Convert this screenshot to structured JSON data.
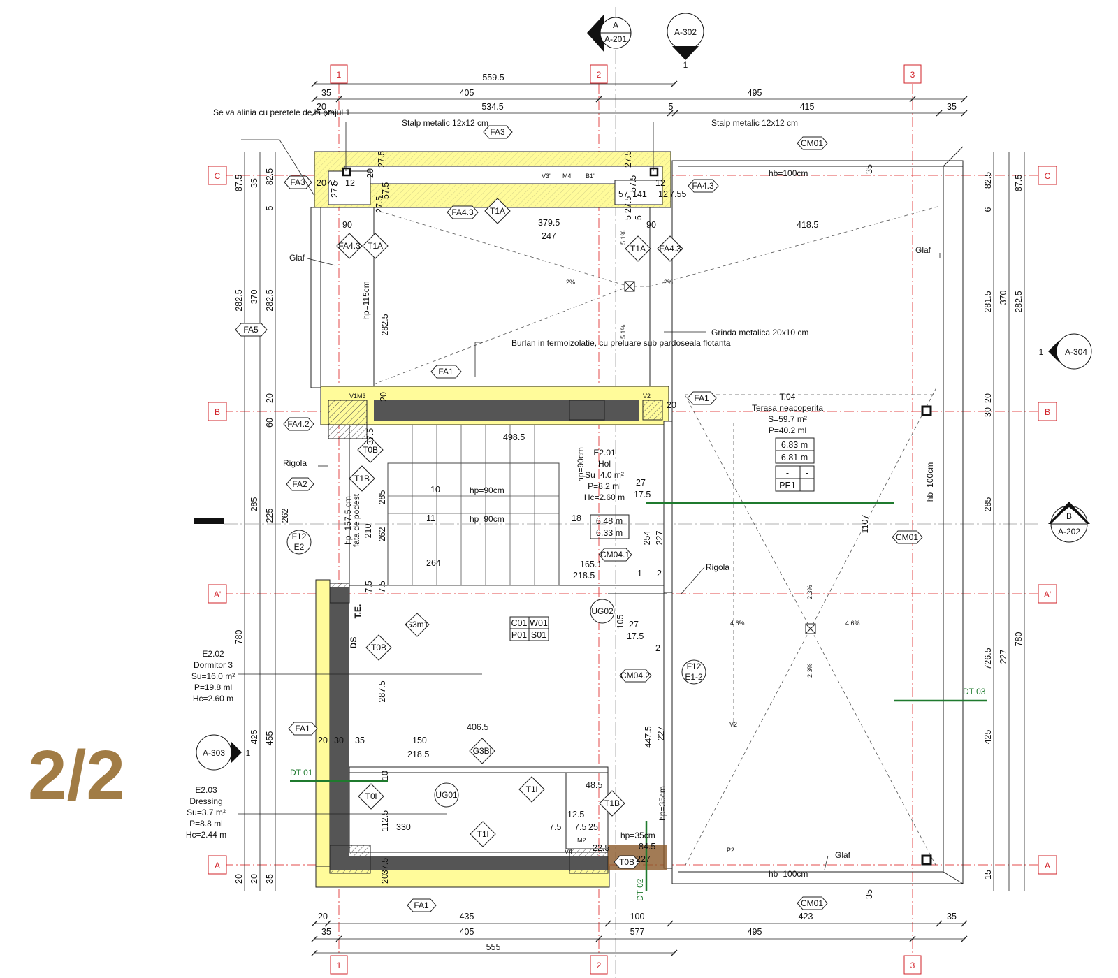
{
  "page_marker": "2/2",
  "grid": {
    "cols": [
      "1",
      "2",
      "3"
    ],
    "rows": [
      "C",
      "B",
      "A'",
      "A"
    ]
  },
  "section_markers": {
    "top_a201": {
      "letter": "A",
      "sheet": "A-201"
    },
    "top_a302": {
      "sheet": "A-302",
      "num": "1"
    },
    "right_a304": {
      "sheet": "A-304",
      "num": "1"
    },
    "right_a202": {
      "letter": "B",
      "sheet": "A-202"
    },
    "left_a303": {
      "sheet": "A-303",
      "num": "1"
    }
  },
  "dims_top": {
    "r1": [
      "559.5"
    ],
    "r2": [
      "35",
      "405",
      "495"
    ],
    "r3": [
      "20",
      "534.5",
      "5",
      "415",
      "35"
    ]
  },
  "dims_bottom": {
    "r1": [
      "20",
      "435",
      "100",
      "423",
      "35"
    ],
    "r2": [
      "35",
      "405",
      "577",
      "495"
    ],
    "r3": [
      "555"
    ]
  },
  "dims_left": {
    "outer": [
      "87.5",
      "282.5",
      "780",
      "20"
    ],
    "mid": [
      "35",
      "370",
      "285",
      "425",
      "20"
    ],
    "inner": [
      "82.5",
      "5",
      "282.5",
      "20",
      "60",
      "225",
      "455",
      "35"
    ],
    "inner2": [
      "262"
    ]
  },
  "dims_right": {
    "inner": [
      "82.5",
      "6",
      "281.5",
      "20",
      "30",
      "285",
      "227",
      "425",
      "15"
    ],
    "mid": [
      "370",
      "726.5",
      "35"
    ],
    "outer": [
      "87.5",
      "282.5",
      "780",
      "1107"
    ]
  },
  "notes": {
    "align": "Se va alinia cu peretele de la etajul 1",
    "stalp_left": "Stalp metalic 12x12 cm",
    "stalp_right": "Stalp metalic 12x12 cm",
    "burlan": "Burlan in termoizolatie, cu preluare sub pardoseala flotanta",
    "grinda": "Grinda metalica 20x10 cm",
    "glaf_left": "Glaf",
    "glaf_right": "Glaf",
    "glaf_bottom": "Glaf",
    "rigola_left": "Rigola",
    "rigola_right": "Rigola"
  },
  "rooms": {
    "hol": {
      "code": "E2.01",
      "name": "Hol",
      "su": "Su=4.0 m²",
      "p": "P=8.2 ml",
      "hc": "Hc=2.60 m",
      "box1": "6.48 m",
      "box2": "6.33 m"
    },
    "dormitor": {
      "code": "E2.02",
      "name": "Dormitor 3",
      "su": "Su=16.0 m²",
      "p": "P=19.8 ml",
      "hc": "Hc=2.60 m"
    },
    "dressing": {
      "code": "E2.03",
      "name": "Dressing",
      "su": "Su=3.7 m²",
      "p": "P=8.8 ml",
      "hc": "Hc=2.44 m"
    },
    "terasa": {
      "code": "T.04",
      "name": "Terasa neacoperita",
      "s": "S=59.7 m²",
      "p": "P=40.2 ml",
      "box1": "6.83 m",
      "box2": "6.81 m",
      "pe": "PE1",
      "dash": "-"
    }
  },
  "finish_codes": {
    "c01": "C01",
    "w01": "W01",
    "p01": "P01",
    "s01": "S01"
  },
  "tags": {
    "fa3_top": "FA3",
    "fa3_left": "FA3",
    "fa43_right": "FA4.3",
    "fa43_mid": "FA4.3",
    "t1a_mid": "T1A",
    "fa43_a": "FA4.3",
    "t1a_a": "T1A",
    "t1a_b": "T1A",
    "fa43_b": "FA4.3",
    "fa5": "FA5",
    "fa1_b": "FA1",
    "fa1_r": "FA1",
    "fa42": "FA4.2",
    "fa2": "FA2",
    "t0b_a": "T0B",
    "t1b_a": "T1B",
    "f12_e2": "F12",
    "e2": "E2",
    "cm041": "CM04.1",
    "cm042": "CM04.2",
    "ug02": "UG02",
    "g3m1": "G3m1",
    "t0b_b": "T0B",
    "fa1_left": "FA1",
    "g3bl": "G3Bl",
    "t0l": "T0l",
    "ug01": "UG01",
    "t1l_a": "T1l",
    "t1b_b": "T1B",
    "t1l_b": "T1l",
    "t0b_c": "T0B",
    "fa1_bottom": "FA1",
    "cm01_top": "CM01",
    "cm01_right": "CM01",
    "cm01_bottom": "CM01",
    "f12_e12": "F12",
    "e12": "E1-2",
    "te": "T.E.",
    "ds": "DS"
  },
  "detail_lines": {
    "dt01": "DT 01",
    "dt02": "DT 02",
    "dt03": "DT 03"
  },
  "heights": {
    "hb_top": "hb=100cm",
    "hb_bottom": "hb=100cm",
    "hb_right": "hb=100cm",
    "hp115": "hp=115cm",
    "hp90_a": "hp=90cm",
    "hp90_b": "hp=90cm",
    "hp90_c": "hp=90cm",
    "hp157": "hp=157.5 cm",
    "podest": "fata de podest",
    "hp35_a": "hp=35cm",
    "hp35_b": "hp=35cm"
  },
  "slopes": {
    "s1": "2%",
    "s2": "2%",
    "s3": "5.1%",
    "s4": "5.1%",
    "s5": "4.6%",
    "s6": "4.6%",
    "s7": "2.3%",
    "s8": "2.3%"
  },
  "small_labels": {
    "v3": "V3'",
    "m4": "M4'",
    "b1": "B1'",
    "v1m3": "V1M3",
    "v2": "V2",
    "v4": "V4",
    "m2": "M2",
    "v2b": "V2",
    "p2": "P2"
  },
  "inner_dims": {
    "d2075": "207.5",
    "d12a": "12",
    "d20a": "20",
    "d275a": "27.5",
    "d275b": "27.5",
    "d575a": "57.5",
    "d275c": "27.5",
    "d275d": "27.5",
    "d275e": "27.5",
    "d575b": "57.5",
    "d12b": "12",
    "d141": "141",
    "d12c": "12",
    "d755": "7.55",
    "d90a": "90",
    "d3795": "379.5",
    "d247": "247",
    "d90b": "90",
    "d4185": "418.5",
    "d2825": "282.5",
    "d5a": "5",
    "d5b": "5",
    "d57": "57",
    "d4985": "498.5",
    "d375a": "37.5",
    "d285": "285",
    "d210": "210",
    "d10": "10",
    "d11": "11",
    "d18": "18",
    "d262": "262",
    "d264": "264",
    "d1651": "165.1",
    "d2185a": "218.5",
    "d27a": "27",
    "d175a": "17.5",
    "d254": "254",
    "d227a": "227",
    "d1": "1",
    "d2": "2",
    "d75a": "7.5",
    "d75b": "7.5",
    "d105": "105",
    "d27b": "27",
    "d175b": "17.5",
    "d2b": "2",
    "d2875": "287.5",
    "d4065": "406.5",
    "d20b": "20",
    "d30": "30",
    "d35": "35",
    "d150": "150",
    "d2185b": "218.5",
    "d4475": "447.5",
    "d227b": "227",
    "d10b": "10",
    "d485": "48.5",
    "d1125": "112.5",
    "d330": "330",
    "d75c": "7.5",
    "d125": "12.5",
    "d75d": "7.5",
    "d25": "25",
    "d845": "84.5",
    "d225": "22.5",
    "d227c": "227",
    "d20c": "20",
    "d375b": "37.5",
    "d20d": "20",
    "d20e": "20"
  }
}
